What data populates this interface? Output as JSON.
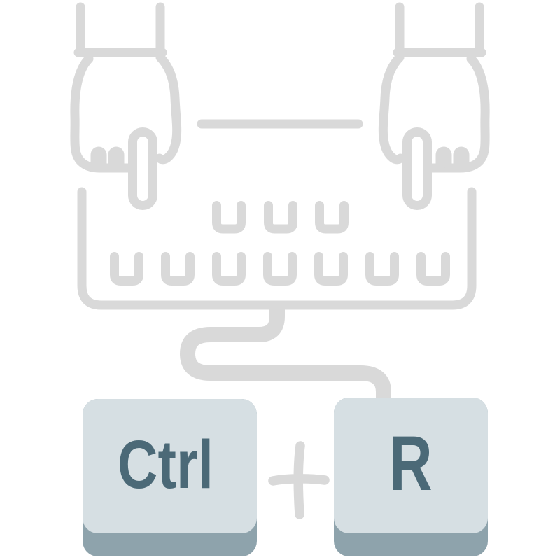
{
  "illustration": {
    "description": "Two hands pointing at an open keyboard connected by a cable to the keyboard shortcut keys",
    "shortcut": {
      "modifier_key": "Ctrl",
      "separator": "+",
      "action_key": "R",
      "combo": "Ctrl+R"
    },
    "keyboard": {
      "top_row_key_count": 3,
      "bottom_row_key_count": 7
    },
    "colors": {
      "background": "#ffffff",
      "line_art": "#d9d9d9",
      "cable": "#d9d9d9",
      "key_face": "#d6dfe3",
      "key_side": "#8ea3ac",
      "key_text": "#4b6977"
    }
  }
}
